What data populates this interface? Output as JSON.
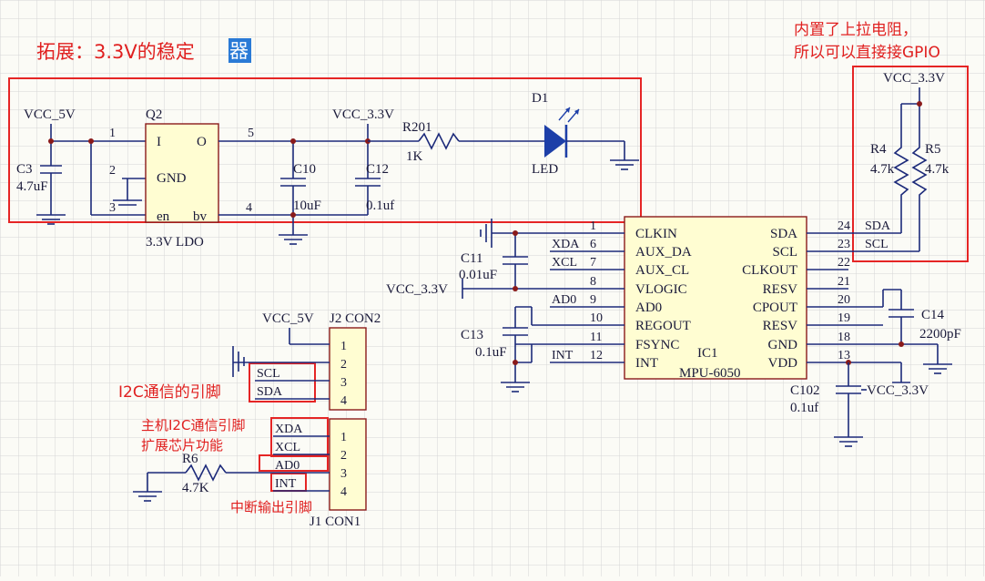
{
  "colors": {
    "wire": "#1c2a7a",
    "annotation": "#e02020",
    "grid": "#d6d6d6",
    "led": "#1d3fa8",
    "highlight_bg": "#2a7ad6"
  },
  "annotations": {
    "title_main": "拓展：3.3V的稳定",
    "title_last": "器",
    "pullup_line1": "内置了上拉电阻，",
    "pullup_line2": "所以可以直接接GPIO",
    "i2c_pins": "I2C通信的引脚",
    "master_line1": "主机I2C通信引脚",
    "master_line2": "扩展芯片功能",
    "interrupt": "中断输出引脚"
  },
  "power": {
    "vcc5": "VCC_5V",
    "vcc33": "VCC_3.3V"
  },
  "ldo": {
    "ref": "Q2",
    "value": "3.3V  LDO",
    "pin_i": "I",
    "pin_o": "O",
    "pin_gnd": "GND",
    "pin_en": "en",
    "pin_bv": "bv",
    "n1": "1",
    "n2": "2",
    "n3": "3",
    "n4": "4",
    "n5": "5"
  },
  "caps": {
    "c3": {
      "ref": "C3",
      "value": "4.7uF"
    },
    "c10": {
      "ref": "C10",
      "value": "10uF"
    },
    "c12": {
      "ref": "C12",
      "value": "0.1uf"
    },
    "c11": {
      "ref": "C11",
      "value": "0.01uF"
    },
    "c13": {
      "ref": "C13",
      "value": "0.1uF"
    },
    "c14": {
      "ref": "C14",
      "value": "2200pF"
    },
    "c102": {
      "ref": "C102",
      "value": "0.1uf"
    }
  },
  "resistors": {
    "r201": {
      "ref": "R201",
      "value": "1K"
    },
    "r4": {
      "ref": "R4",
      "value": "4.7k"
    },
    "r5": {
      "ref": "R5",
      "value": "4.7k"
    },
    "r6": {
      "ref": "R6",
      "value": "4.7K"
    }
  },
  "led": {
    "ref": "D1",
    "value": "LED"
  },
  "ic": {
    "ref": "IC1",
    "value": "MPU-6050",
    "left": [
      {
        "num": "1",
        "name": "CLKIN",
        "net": ""
      },
      {
        "num": "6",
        "name": "AUX_DA",
        "net": "XDA"
      },
      {
        "num": "7",
        "name": "AUX_CL",
        "net": "XCL"
      },
      {
        "num": "8",
        "name": "VLOGIC",
        "net": ""
      },
      {
        "num": "9",
        "name": "AD0",
        "net": "AD0"
      },
      {
        "num": "10",
        "name": "REGOUT",
        "net": ""
      },
      {
        "num": "11",
        "name": "FSYNC",
        "net": ""
      },
      {
        "num": "12",
        "name": "INT",
        "net": "INT"
      }
    ],
    "right": [
      {
        "num": "24",
        "name": "SDA",
        "net": "SDA"
      },
      {
        "num": "23",
        "name": "SCL",
        "net": "SCL"
      },
      {
        "num": "22",
        "name": "CLKOUT",
        "net": ""
      },
      {
        "num": "21",
        "name": "RESV",
        "net": ""
      },
      {
        "num": "20",
        "name": "CPOUT",
        "net": ""
      },
      {
        "num": "19",
        "name": "RESV",
        "net": ""
      },
      {
        "num": "18",
        "name": "GND",
        "net": ""
      },
      {
        "num": "13",
        "name": "VDD",
        "net": ""
      }
    ]
  },
  "j2": {
    "ref": "J2",
    "value": "CON2",
    "pins": [
      "1",
      "2",
      "3",
      "4"
    ],
    "nets": [
      "SCL",
      "SDA"
    ]
  },
  "j1": {
    "ref": "J1",
    "value": "CON1",
    "pins": [
      "1",
      "2",
      "3",
      "4"
    ],
    "nets": [
      "XDA",
      "XCL",
      "AD0",
      "INT"
    ]
  }
}
